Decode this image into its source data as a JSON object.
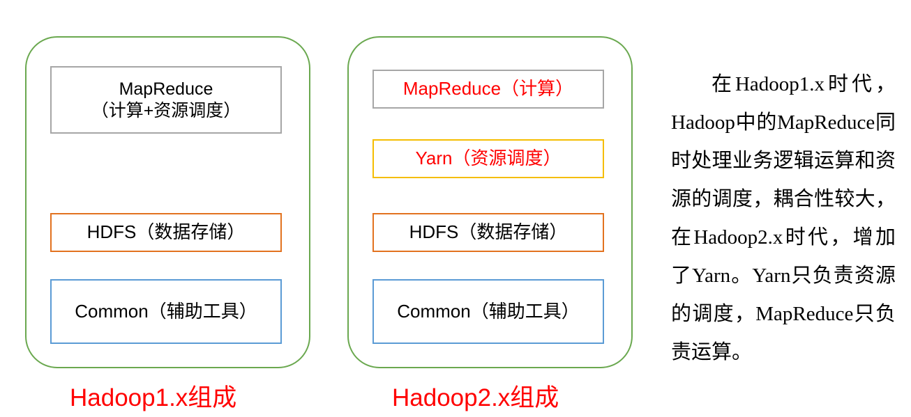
{
  "diagram": {
    "title_hidden": "Hadoop 1.x vs 2.x composition",
    "colors": {
      "group_border": "#6AA84F",
      "gray_border": "#A6A6A6",
      "orange_border": "#E2721F",
      "blue_border": "#5B9BD5",
      "yellow_border": "#F5BD00",
      "highlight_text": "#FF0000",
      "body_text": "#000000",
      "background": "#FFFFFF"
    },
    "groups": [
      {
        "id": "hadoop1",
        "caption": "Hadoop1.x组成",
        "layers": [
          {
            "id": "mapreduce",
            "label": "MapReduce\n（计算+资源调度）",
            "border": "gray",
            "text_color": "#000000"
          },
          {
            "id": "hdfs",
            "label": "HDFS（数据存储）",
            "border": "orange",
            "text_color": "#000000"
          },
          {
            "id": "common",
            "label": "Common（辅助工具）",
            "border": "blue",
            "text_color": "#000000"
          }
        ]
      },
      {
        "id": "hadoop2",
        "caption": "Hadoop2.x组成",
        "layers": [
          {
            "id": "mapreduce",
            "label": "MapReduce（计算）",
            "border": "gray",
            "text_color": "#FF0000"
          },
          {
            "id": "yarn",
            "label": "Yarn（资源调度）",
            "border": "yellow",
            "text_color": "#FF0000"
          },
          {
            "id": "hdfs",
            "label": "HDFS（数据存储）",
            "border": "orange",
            "text_color": "#000000"
          },
          {
            "id": "common",
            "label": "Common（辅助工具）",
            "border": "blue",
            "text_color": "#000000"
          }
        ]
      }
    ],
    "description": "在Hadoop1.x时代，Hadoop中的MapReduce同时处理业务逻辑运算和资源的调度，耦合性较大，在Hadoop2.x时代，增加了Yarn。Yarn只负责资源的调度，MapReduce只负责运算。"
  }
}
